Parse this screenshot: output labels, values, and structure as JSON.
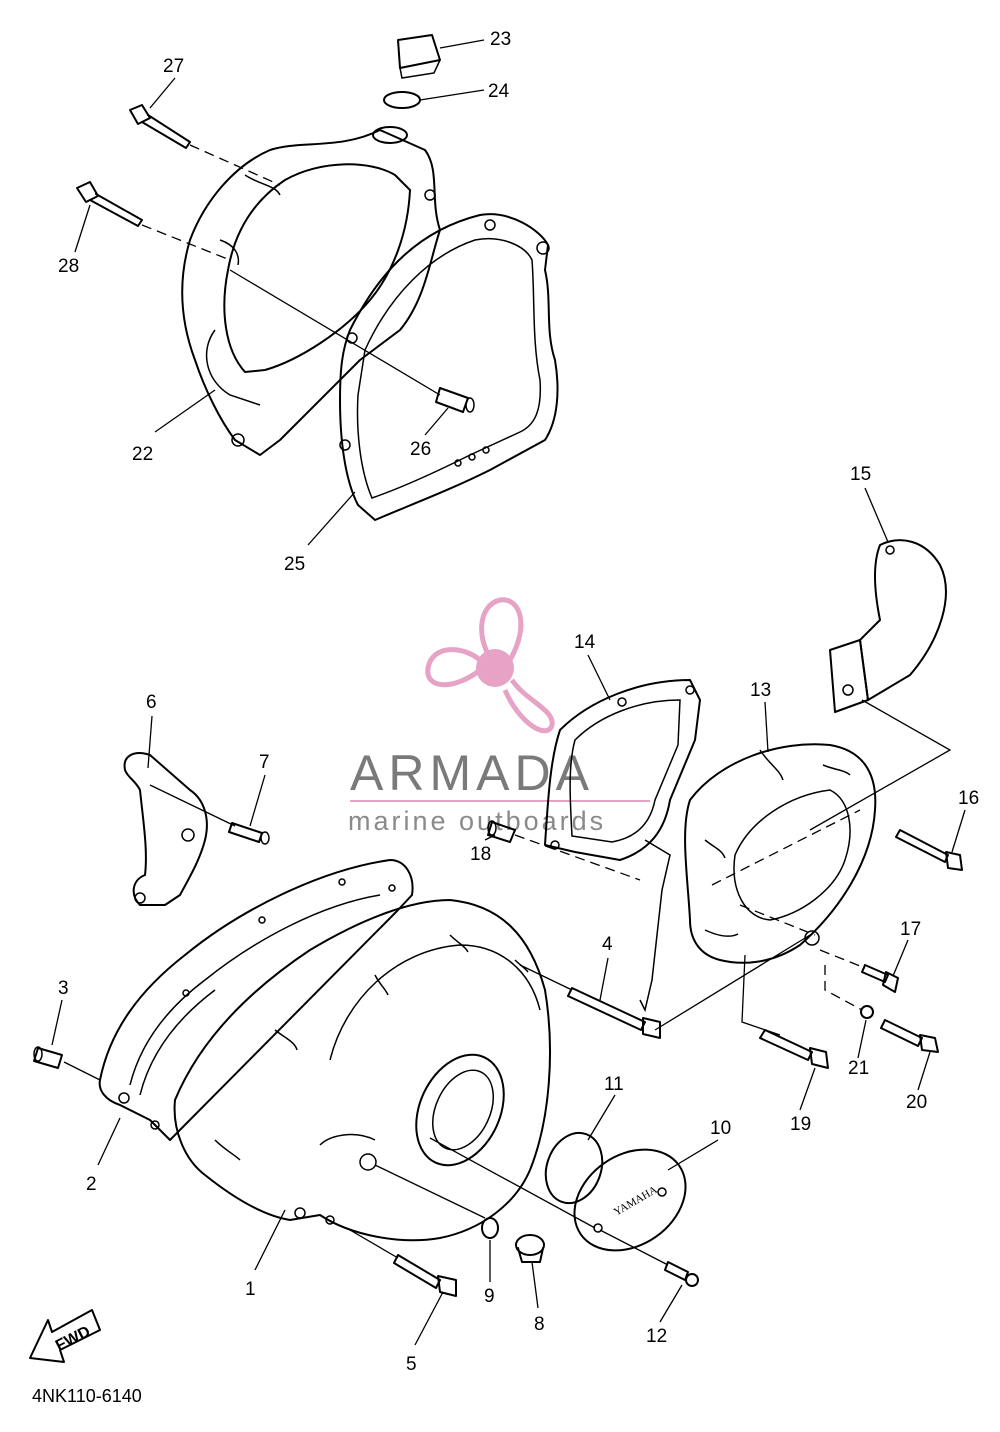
{
  "diagram_code": "4NK110-6140",
  "watermark": {
    "name": "ARMADA",
    "tagline": "marine outboards",
    "accent_color": "#e6a3c6",
    "icon": "propeller-logo-icon"
  },
  "direction_marker": {
    "label": "FWD",
    "icon": "arrow-left-icon"
  },
  "cover_stamp": "YAMAHA",
  "callouts": [
    "1",
    "2",
    "3",
    "4",
    "5",
    "6",
    "7",
    "8",
    "9",
    "10",
    "11",
    "12",
    "13",
    "14",
    "15",
    "16",
    "17",
    "18",
    "19",
    "20",
    "21",
    "22",
    "23",
    "24",
    "25",
    "26",
    "27",
    "28"
  ]
}
